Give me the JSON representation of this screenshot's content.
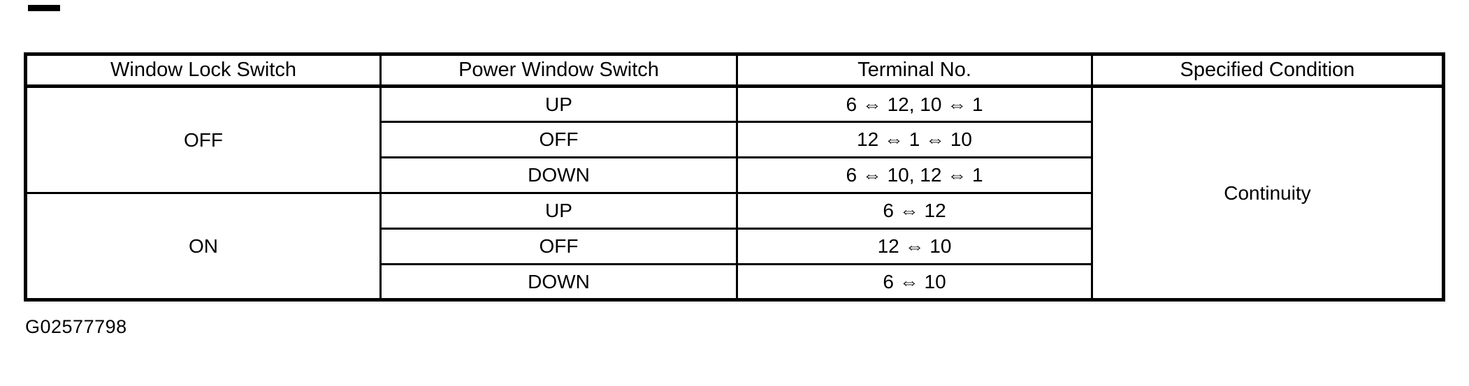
{
  "figure": {
    "caption": "G02577798"
  },
  "table": {
    "headers": {
      "window_lock": "Window Lock Switch",
      "power_window": "Power Window Switch",
      "terminal": "Terminal No.",
      "condition": "Specified Condition"
    },
    "specified_condition": "Continuity",
    "groups": [
      {
        "window_lock": "OFF",
        "rows": [
          {
            "power_window": "UP",
            "terminal": "6 ⇔ 12, 10 ⇔ 1"
          },
          {
            "power_window": "OFF",
            "terminal": "12 ⇔ 1 ⇔ 10"
          },
          {
            "power_window": "DOWN",
            "terminal": "6 ⇔ 10, 12 ⇔ 1"
          }
        ]
      },
      {
        "window_lock": "ON",
        "rows": [
          {
            "power_window": "UP",
            "terminal": "6 ⇔ 12"
          },
          {
            "power_window": "OFF",
            "terminal": "12 ⇔ 10"
          },
          {
            "power_window": "DOWN",
            "terminal": "6 ⇔ 10"
          }
        ]
      }
    ]
  },
  "colors": {
    "ink": "#000000",
    "paper": "#ffffff"
  }
}
